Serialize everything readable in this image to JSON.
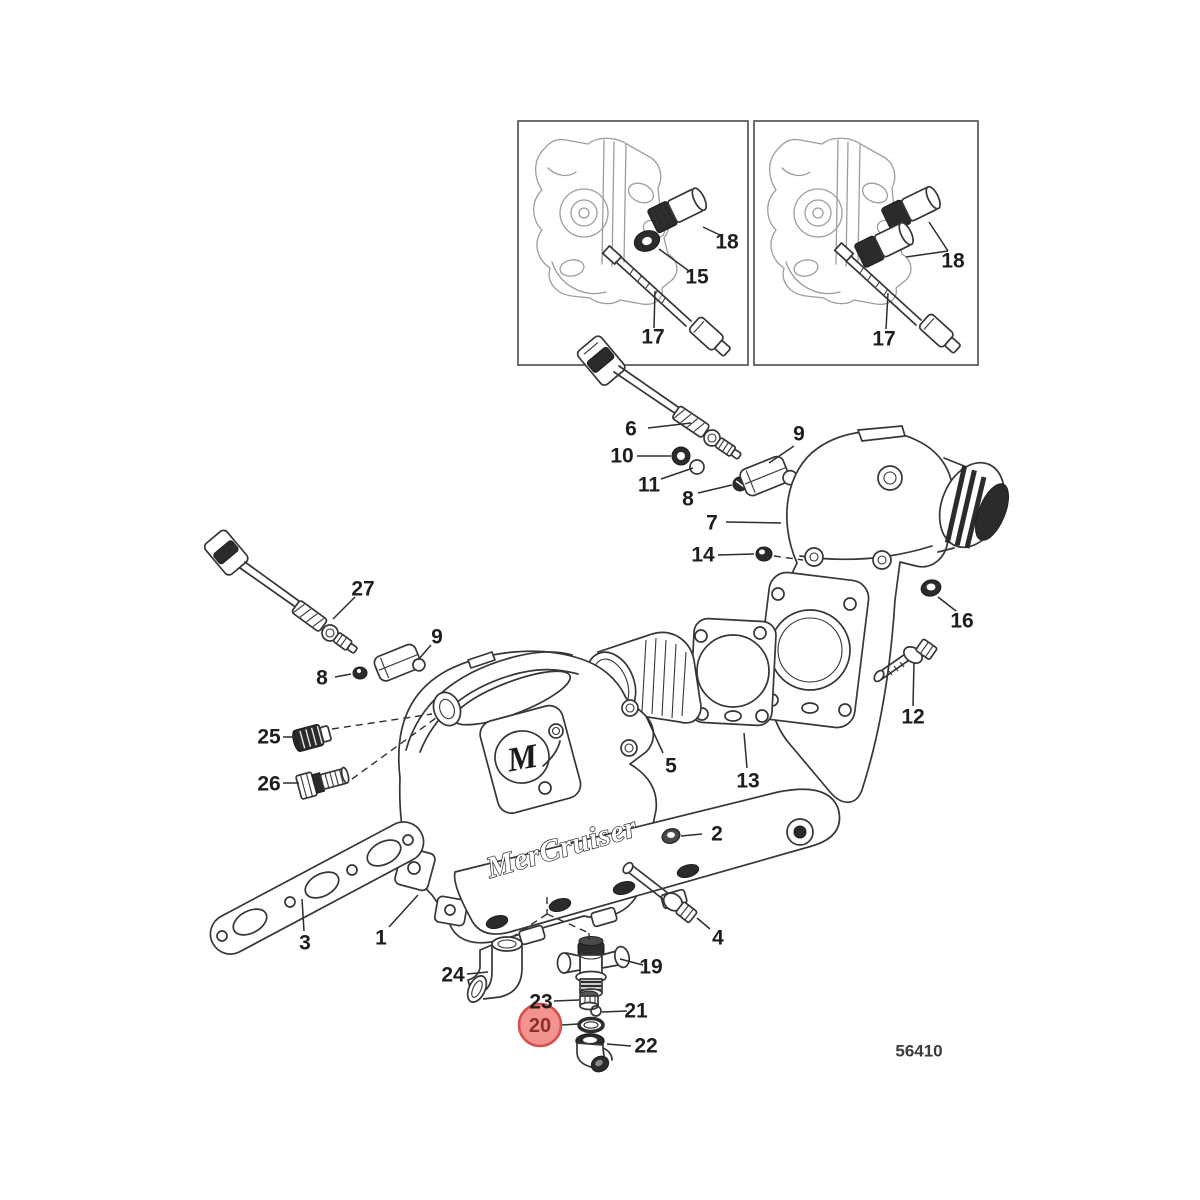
{
  "diagram": {
    "number_label": "56410",
    "brand_text": "MerCruiser",
    "logo_letter": "M"
  },
  "colors": {
    "highlight_fill": "#f2938f",
    "highlight_stroke": "#d8504b",
    "highlight_text": "#8e2f2c",
    "line_color": "#363636"
  },
  "callouts": [
    {
      "text": "18"
    },
    {
      "text": "15"
    },
    {
      "text": "17"
    },
    {
      "text": "18"
    },
    {
      "text": "17"
    },
    {
      "text": "6"
    },
    {
      "text": "10"
    },
    {
      "text": "11"
    },
    {
      "text": "8"
    },
    {
      "text": "9"
    },
    {
      "text": "7"
    },
    {
      "text": "14"
    },
    {
      "text": "16"
    },
    {
      "text": "12"
    },
    {
      "text": "27"
    },
    {
      "text": "9"
    },
    {
      "text": "8"
    },
    {
      "text": "25"
    },
    {
      "text": "26"
    },
    {
      "text": "5"
    },
    {
      "text": "13"
    },
    {
      "text": "2"
    },
    {
      "text": "3"
    },
    {
      "text": "1"
    },
    {
      "text": "4"
    },
    {
      "text": "24"
    },
    {
      "text": "19"
    },
    {
      "text": "23"
    },
    {
      "text": "21"
    },
    {
      "text": "20"
    },
    {
      "text": "22"
    }
  ]
}
